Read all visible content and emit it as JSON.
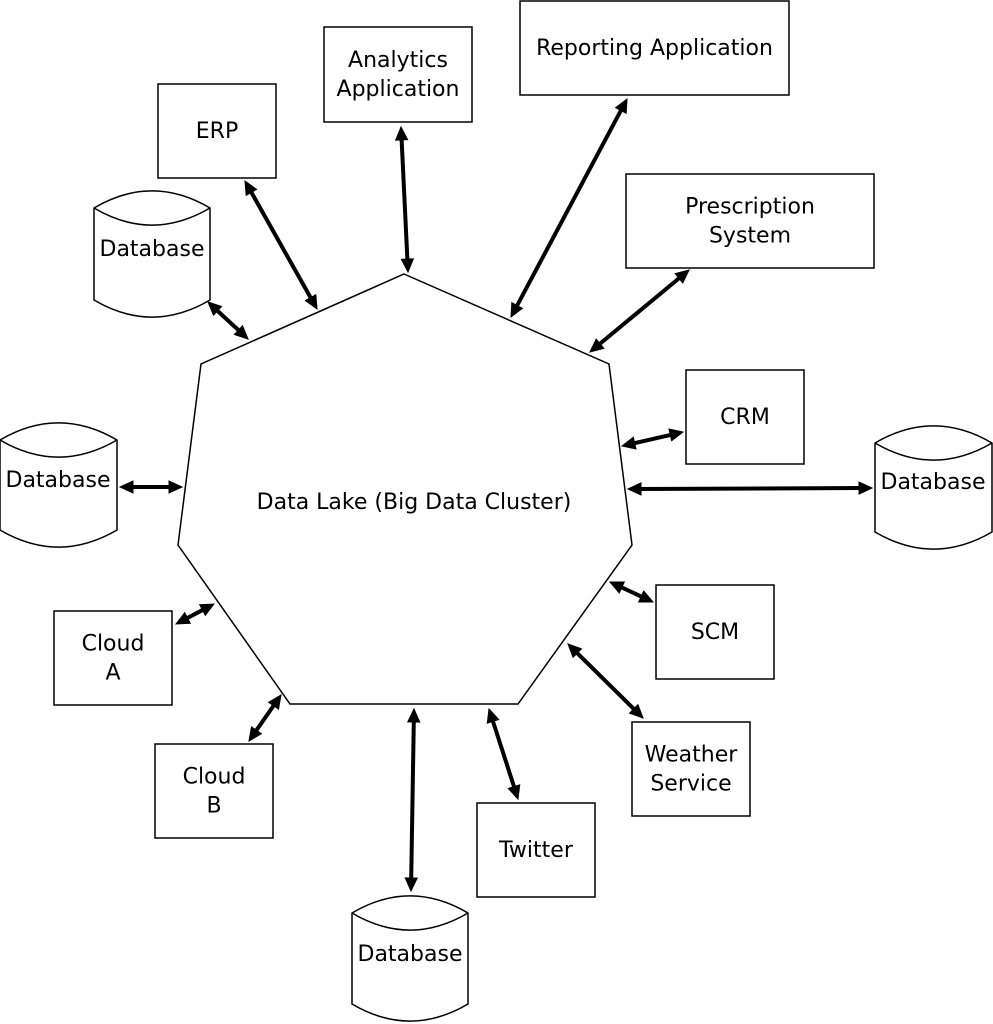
{
  "hub": {
    "label": "Data Lake (Big Data Cluster)"
  },
  "nodes": [
    {
      "id": "erp",
      "lines": [
        "ERP"
      ]
    },
    {
      "id": "analytics",
      "lines": [
        "Analytics",
        "Application"
      ]
    },
    {
      "id": "reporting",
      "lines": [
        "Reporting Application"
      ]
    },
    {
      "id": "prescription",
      "lines": [
        "Prescription",
        "System"
      ]
    },
    {
      "id": "crm",
      "lines": [
        "CRM"
      ]
    },
    {
      "id": "scm",
      "lines": [
        "SCM"
      ]
    },
    {
      "id": "weather",
      "lines": [
        "Weather",
        "Service"
      ]
    },
    {
      "id": "twitter",
      "lines": [
        "Twitter"
      ]
    },
    {
      "id": "cloud-b",
      "lines": [
        "Cloud",
        "B"
      ]
    },
    {
      "id": "cloud-a",
      "lines": [
        "Cloud",
        "A"
      ]
    },
    {
      "id": "db-top-left",
      "lines": [
        "Database"
      ]
    },
    {
      "id": "db-left",
      "lines": [
        "Database"
      ]
    },
    {
      "id": "db-right",
      "lines": [
        "Database"
      ]
    },
    {
      "id": "db-bottom",
      "lines": [
        "Database"
      ]
    }
  ]
}
